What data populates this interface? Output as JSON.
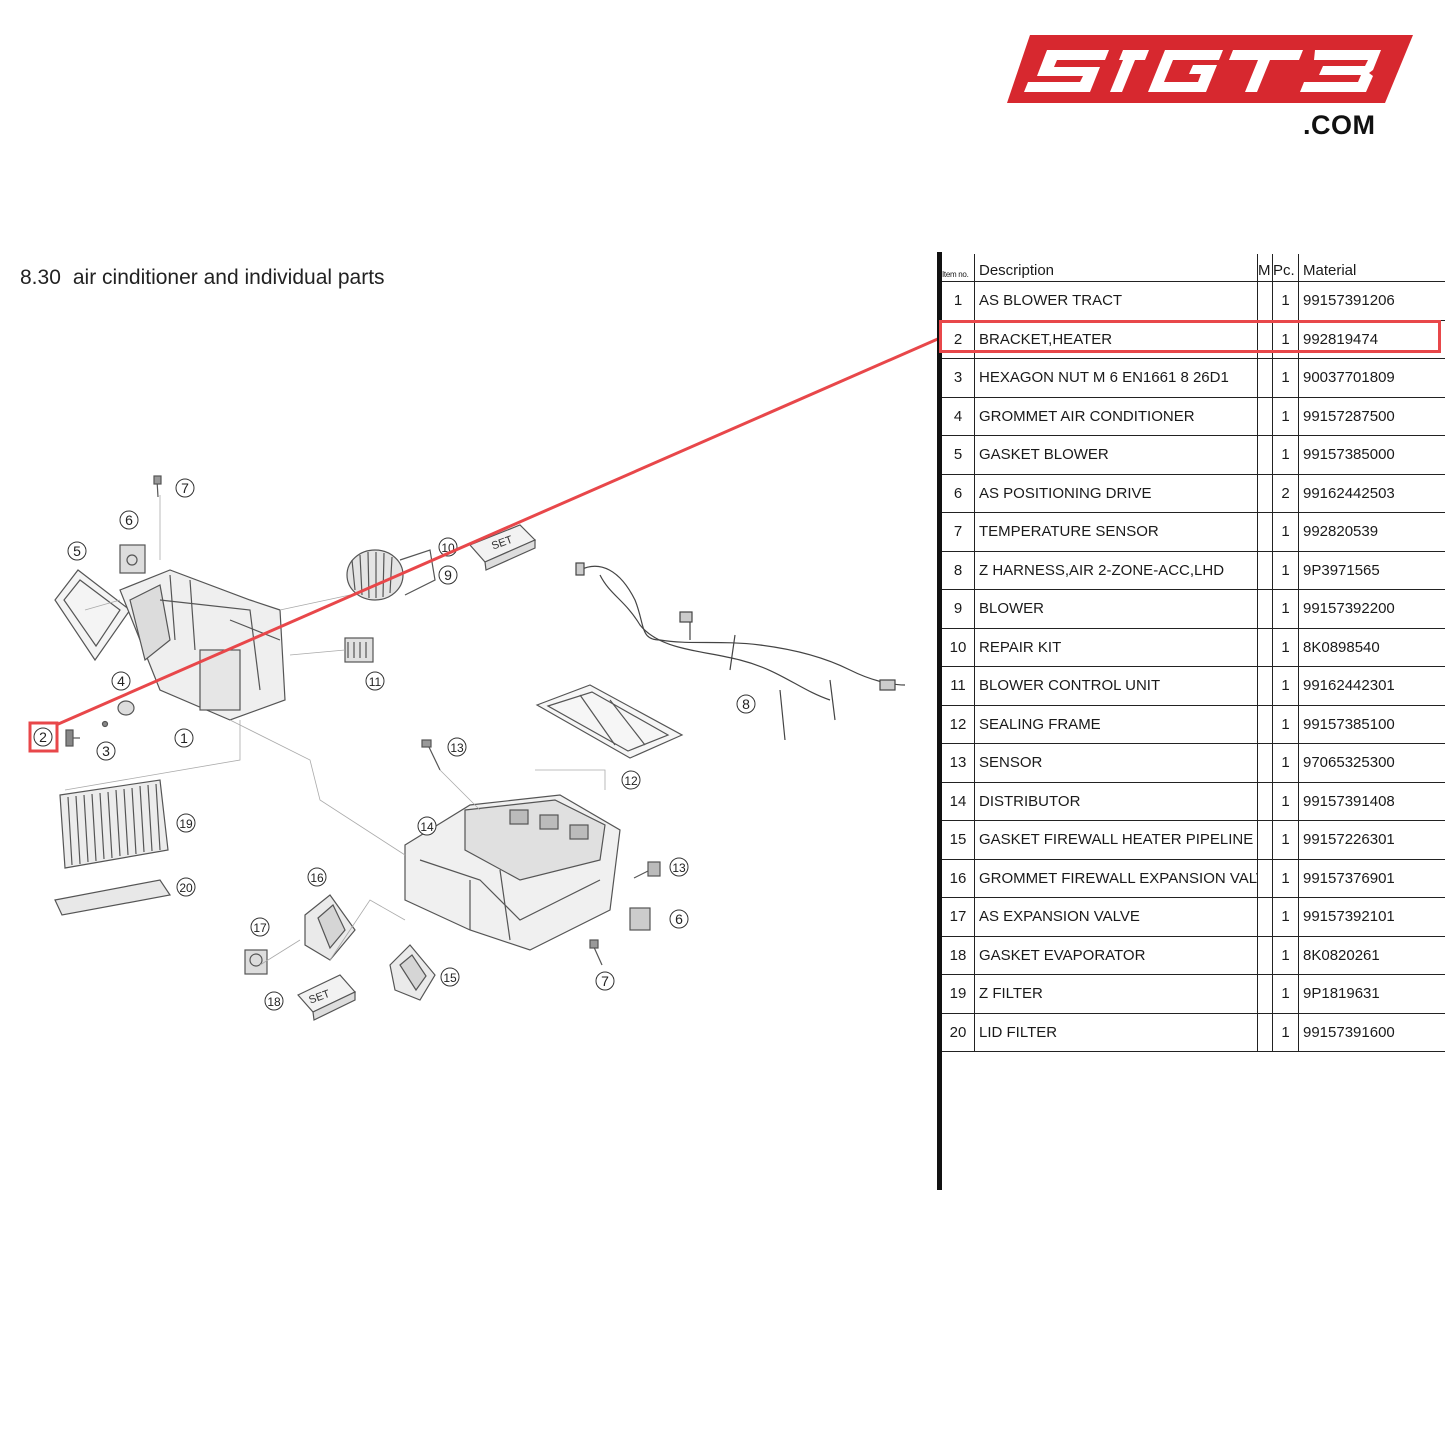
{
  "brand": {
    "logo_text": "51GT3",
    "domain_suffix": ".COM",
    "logo_color": "#d7282f"
  },
  "page": {
    "section_number": "8.30",
    "section_title": "air cinditioner and individual parts"
  },
  "highlight": {
    "color": "#e8474a",
    "item_label": "2"
  },
  "table": {
    "headers": {
      "item": "Item no.",
      "description": "Description",
      "m": "M",
      "pc": "Pc.",
      "material": "Material"
    },
    "rows": [
      {
        "item": "1",
        "description": "AS BLOWER TRACT",
        "m": "",
        "pc": "1",
        "material": "99157391206"
      },
      {
        "item": "2",
        "description": "BRACKET,HEATER",
        "m": "",
        "pc": "1",
        "material": "992819474"
      },
      {
        "item": "3",
        "description": "HEXAGON NUT M 6 EN1661 8 26D1",
        "m": "",
        "pc": "1",
        "material": "90037701809"
      },
      {
        "item": "4",
        "description": "GROMMET AIR CONDITIONER",
        "m": "",
        "pc": "1",
        "material": "99157287500"
      },
      {
        "item": "5",
        "description": "GASKET BLOWER",
        "m": "",
        "pc": "1",
        "material": "99157385000"
      },
      {
        "item": "6",
        "description": "AS POSITIONING DRIVE",
        "m": "",
        "pc": "2",
        "material": "99162442503"
      },
      {
        "item": "7",
        "description": "TEMPERATURE SENSOR",
        "m": "",
        "pc": "1",
        "material": "992820539"
      },
      {
        "item": "8",
        "description": "Z HARNESS,AIR 2-ZONE-ACC,LHD",
        "m": "",
        "pc": "1",
        "material": "9P3971565"
      },
      {
        "item": "9",
        "description": "BLOWER",
        "m": "",
        "pc": "1",
        "material": "99157392200"
      },
      {
        "item": "10",
        "description": "REPAIR KIT",
        "m": "",
        "pc": "1",
        "material": "8K0898540"
      },
      {
        "item": "11",
        "description": "BLOWER CONTROL UNIT",
        "m": "",
        "pc": "1",
        "material": "99162442301"
      },
      {
        "item": "12",
        "description": "SEALING FRAME",
        "m": "",
        "pc": "1",
        "material": "99157385100"
      },
      {
        "item": "13",
        "description": "SENSOR",
        "m": "",
        "pc": "1",
        "material": "97065325300"
      },
      {
        "item": "14",
        "description": "DISTRIBUTOR",
        "m": "",
        "pc": "1",
        "material": "99157391408"
      },
      {
        "item": "15",
        "description": "GASKET FIREWALL HEATER PIPELINE",
        "m": "",
        "pc": "1",
        "material": "99157226301"
      },
      {
        "item": "16",
        "description": "GROMMET FIREWALL EXPANSION VALVE",
        "m": "",
        "pc": "1",
        "material": "99157376901"
      },
      {
        "item": "17",
        "description": "AS EXPANSION VALVE",
        "m": "",
        "pc": "1",
        "material": "99157392101"
      },
      {
        "item": "18",
        "description": "GASKET EVAPORATOR",
        "m": "",
        "pc": "1",
        "material": "8K0820261"
      },
      {
        "item": "19",
        "description": "Z FILTER",
        "m": "",
        "pc": "1",
        "material": "9P1819631"
      },
      {
        "item": "20",
        "description": "LID FILTER",
        "m": "",
        "pc": "1",
        "material": "99157391600"
      }
    ]
  },
  "diagram": {
    "callouts": [
      "1",
      "2",
      "3",
      "4",
      "5",
      "6",
      "7",
      "8",
      "9",
      "10",
      "11",
      "12",
      "13",
      "14",
      "15",
      "16",
      "17",
      "18",
      "19",
      "20",
      "6",
      "7",
      "13"
    ],
    "set_label": "SET"
  }
}
